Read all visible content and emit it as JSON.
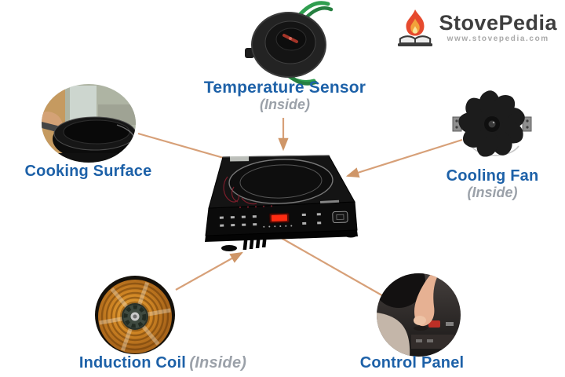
{
  "brand": {
    "name": "StovePedia",
    "website": "www.stovepedia.com",
    "icon": "book-with-flame-icon",
    "colors": {
      "text": "#3e3e3e",
      "subtext": "#a9a9a9",
      "flame_red": "#e64a2e",
      "flame_amber": "#f2a23b"
    }
  },
  "diagram": {
    "subject": "induction-cooktop",
    "colors": {
      "label_blue": "#1d61a8",
      "note_gray": "#9ba1a9",
      "arrow_tan": "#d7a078"
    },
    "parts": {
      "temperature_sensor": {
        "label": "Temperature Sensor",
        "note": "(Inside)"
      },
      "cooking_surface": {
        "label": "Cooking Surface"
      },
      "cooling_fan": {
        "label": "Cooling Fan",
        "note": "(Inside)"
      },
      "induction_coil": {
        "label": "Induction Coil",
        "note": "(Inside)"
      },
      "control_panel": {
        "label": "Control Panel"
      }
    }
  }
}
